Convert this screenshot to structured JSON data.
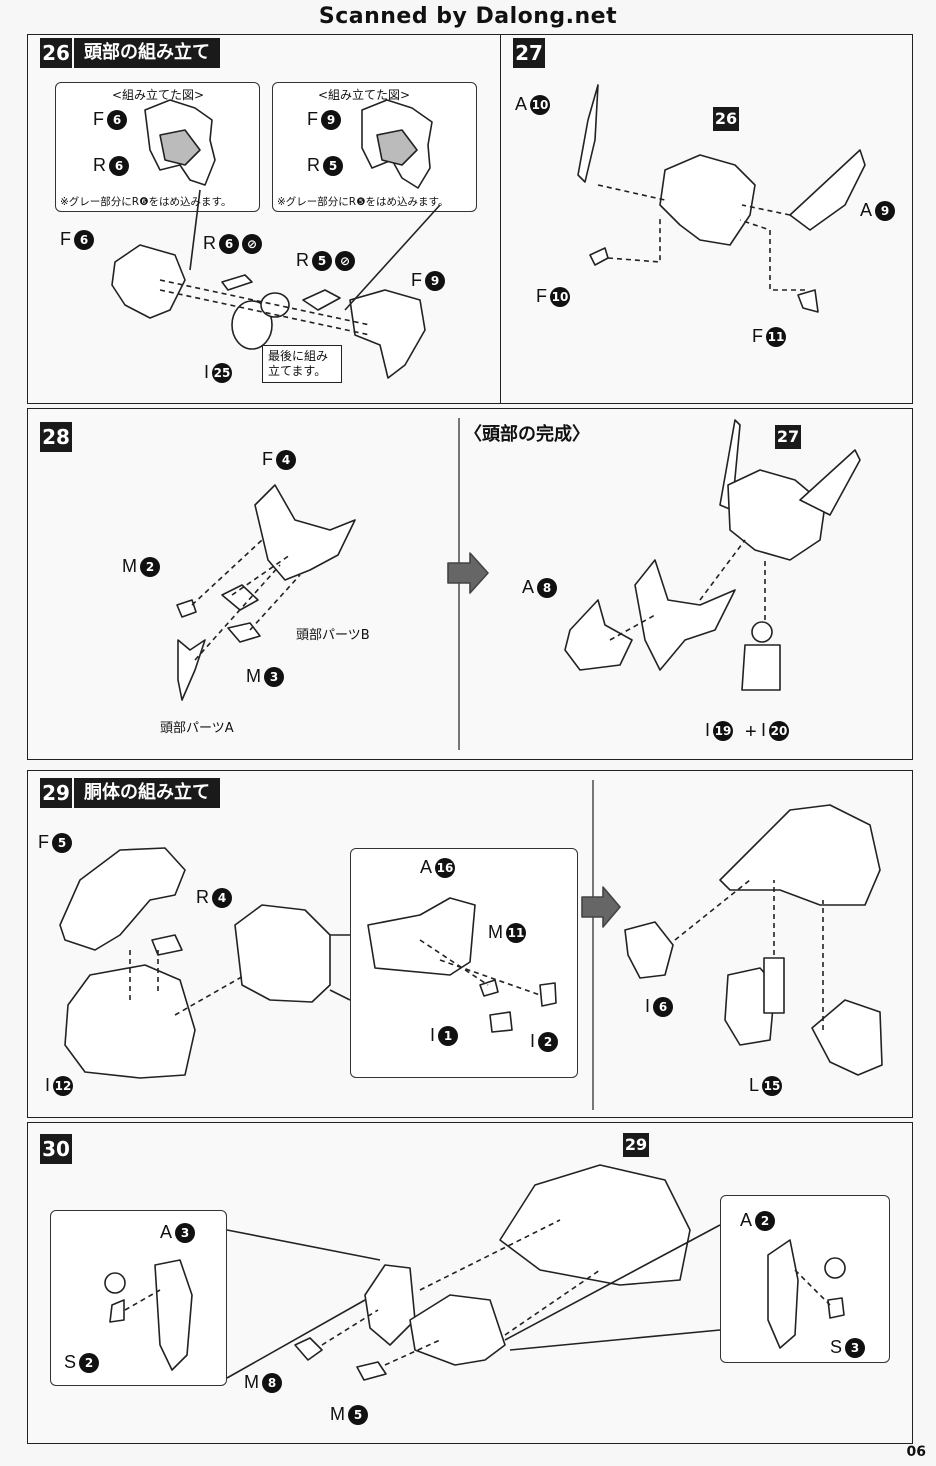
{
  "header": "Scanned by Dalong.net",
  "page_number": "06",
  "steps": {
    "s26": {
      "num": "26",
      "title": "頭部の組み立て",
      "inset_left_title": "<組み立てた図>",
      "inset_right_title": "<組み立てた図>",
      "note_left": "※グレー部分にR❻をはめ込みます。",
      "note_right": "※グレー部分にR❺をはめ込みます。",
      "last_note": "最後に組み立てます。"
    },
    "s27": {
      "num": "27",
      "ref": "26"
    },
    "s28": {
      "num": "28",
      "complete_title": "〈頭部の完成〉",
      "ref": "27",
      "part_b": "頭部パーツB",
      "part_a": "頭部パーツA"
    },
    "s29": {
      "num": "29",
      "title": "胴体の組み立て"
    },
    "s30": {
      "num": "30",
      "ref": "29"
    }
  },
  "labels": {
    "s26_f6_inset": {
      "letter": "F",
      "num": "6"
    },
    "s26_r6_inset": {
      "letter": "R",
      "num": "6"
    },
    "s26_f9_inset": {
      "letter": "F",
      "num": "9"
    },
    "s26_r5_inset": {
      "letter": "R",
      "num": "5"
    },
    "s26_f6": {
      "letter": "F",
      "num": "6"
    },
    "s26_r6": {
      "letter": "R",
      "num": "6"
    },
    "s26_r5": {
      "letter": "R",
      "num": "5"
    },
    "s26_f9": {
      "letter": "F",
      "num": "9"
    },
    "s26_i25": {
      "letter": "I",
      "num": "25"
    },
    "s27_a10": {
      "letter": "A",
      "num": "10"
    },
    "s27_a9": {
      "letter": "A",
      "num": "9"
    },
    "s27_f10": {
      "letter": "F",
      "num": "10"
    },
    "s27_f11": {
      "letter": "F",
      "num": "11"
    },
    "s28_f4": {
      "letter": "F",
      "num": "4"
    },
    "s28_m2": {
      "letter": "M",
      "num": "2"
    },
    "s28_m3": {
      "letter": "M",
      "num": "3"
    },
    "s28_a8": {
      "letter": "A",
      "num": "8"
    },
    "s28_i19": {
      "letter": "I",
      "num": "19"
    },
    "s28_plus": "+",
    "s28_i20": {
      "letter": "I",
      "num": "20"
    },
    "s29_f5": {
      "letter": "F",
      "num": "5"
    },
    "s29_r4": {
      "letter": "R",
      "num": "4"
    },
    "s29_i12": {
      "letter": "I",
      "num": "12"
    },
    "s29_a16": {
      "letter": "A",
      "num": "16"
    },
    "s29_m11": {
      "letter": "M",
      "num": "11"
    },
    "s29_i1": {
      "letter": "I",
      "num": "1"
    },
    "s29_i2": {
      "letter": "I",
      "num": "2"
    },
    "s29_i6": {
      "letter": "I",
      "num": "6"
    },
    "s29_l15": {
      "letter": "L",
      "num": "15"
    },
    "s30_a3": {
      "letter": "A",
      "num": "3"
    },
    "s30_s2": {
      "letter": "S",
      "num": "2"
    },
    "s30_m8": {
      "letter": "M",
      "num": "8"
    },
    "s30_m5": {
      "letter": "M",
      "num": "5"
    },
    "s30_a2": {
      "letter": "A",
      "num": "2"
    },
    "s30_s3": {
      "letter": "S",
      "num": "3"
    }
  }
}
